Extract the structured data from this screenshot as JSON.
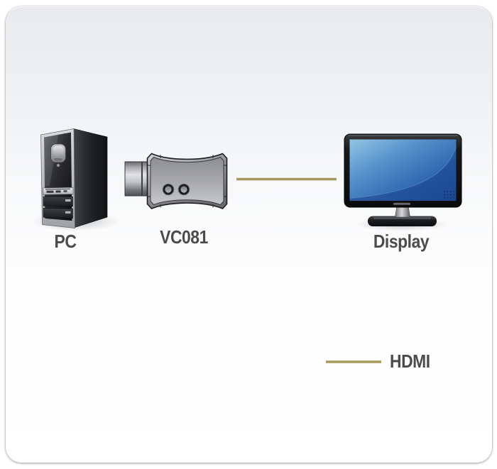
{
  "diagram": {
    "devices": [
      {
        "id": "pc",
        "label": "PC"
      },
      {
        "id": "vc081",
        "label": "VC081"
      },
      {
        "id": "display",
        "label": "Display"
      }
    ],
    "connection": {
      "from": "VC081",
      "to": "Display",
      "type": "HDMI",
      "color": "#a7995c"
    },
    "legend": [
      {
        "label": "HDMI",
        "color": "#a7995c"
      }
    ],
    "colors": {
      "label_text": "#4a4b4d",
      "panel_top": "#e8eaed",
      "panel_bottom": "#ffffff",
      "screen_blue_light": "#93c6e4",
      "screen_blue_dark": "#1e4f9d"
    }
  }
}
